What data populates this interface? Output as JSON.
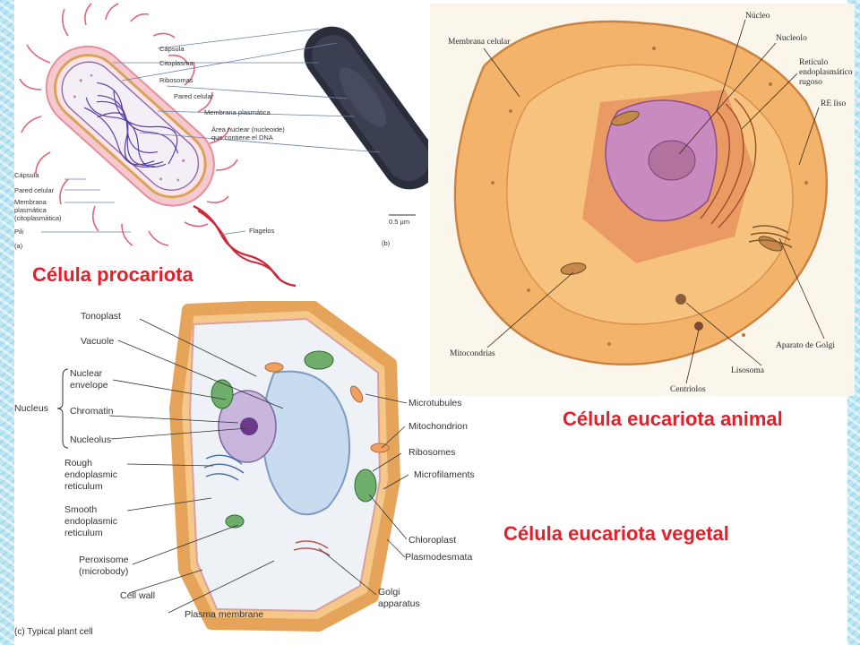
{
  "titles": {
    "prokaryote": "Célula procariota",
    "animal": "Célula eucariota animal",
    "plant": "Célula eucariota vegetal"
  },
  "prokaryote_labels": {
    "capsula_top": "Cápsula",
    "citoplasma": "Citoplasma",
    "ribosomas": "Ribosomas",
    "pared_celular_top": "Pared celular",
    "membrana_plasmatica": "Membrana plasmática",
    "area_nuclear_1": "Área nuclear (nucleoide)",
    "area_nuclear_2": "que contiene el DNA",
    "capsula_left": "Cápsula",
    "pared_celular_left": "Pared celular",
    "membrana_1": "Membrana",
    "membrana_2": "plasmática",
    "membrana_3": "(citoplasmática)",
    "pili": "Pili",
    "flagelos": "Flagelos",
    "panel_a": "(a)",
    "panel_b": "(b)",
    "scale": "0.5 µm"
  },
  "animal_labels": {
    "membrana_celular": "Membrana celular",
    "nucleo": "Núcleo",
    "nucleolo": "Nucleolo",
    "reticulo_1": "Retículo",
    "reticulo_2": "endoplasmático",
    "reticulo_3": "rugoso",
    "re_liso": "RE liso",
    "mitocondrias": "Mitocondrias",
    "aparato_golgi": "Aparato de Golgi",
    "lisosoma": "Lisosoma",
    "centriolos": "Centríolos"
  },
  "plant_labels": {
    "tonoplast": "Tonoplast",
    "vacuole": "Vacuole",
    "nucleus": "Nucleus",
    "nuclear_1": "Nuclear",
    "nuclear_2": "envelope",
    "chromatin": "Chromatin",
    "nucleolus": "Nucleolus",
    "rough_1": "Rough",
    "rough_2": "endoplasmic",
    "rough_3": "reticulum",
    "smooth_1": "Smooth",
    "smooth_2": "endoplasmic",
    "smooth_3": "reticulum",
    "peroxisome_1": "Peroxisome",
    "peroxisome_2": "(microbody)",
    "cell_wall": "Cell wall",
    "plasma_membrane": "Plasma membrane",
    "caption": "(c) Typical plant cell",
    "microtubules": "Microtubules",
    "mitochondrion": "Mitochondrion",
    "ribosomes": "Ribosomes",
    "microfilaments": "Microfilaments",
    "chloroplast": "Chloroplast",
    "plasmodesmata": "Plasmodesmata",
    "golgi_1": "Golgi",
    "golgi_2": "apparatus"
  },
  "colors": {
    "title": "#e0202a",
    "border": "#bfe6f3"
  }
}
